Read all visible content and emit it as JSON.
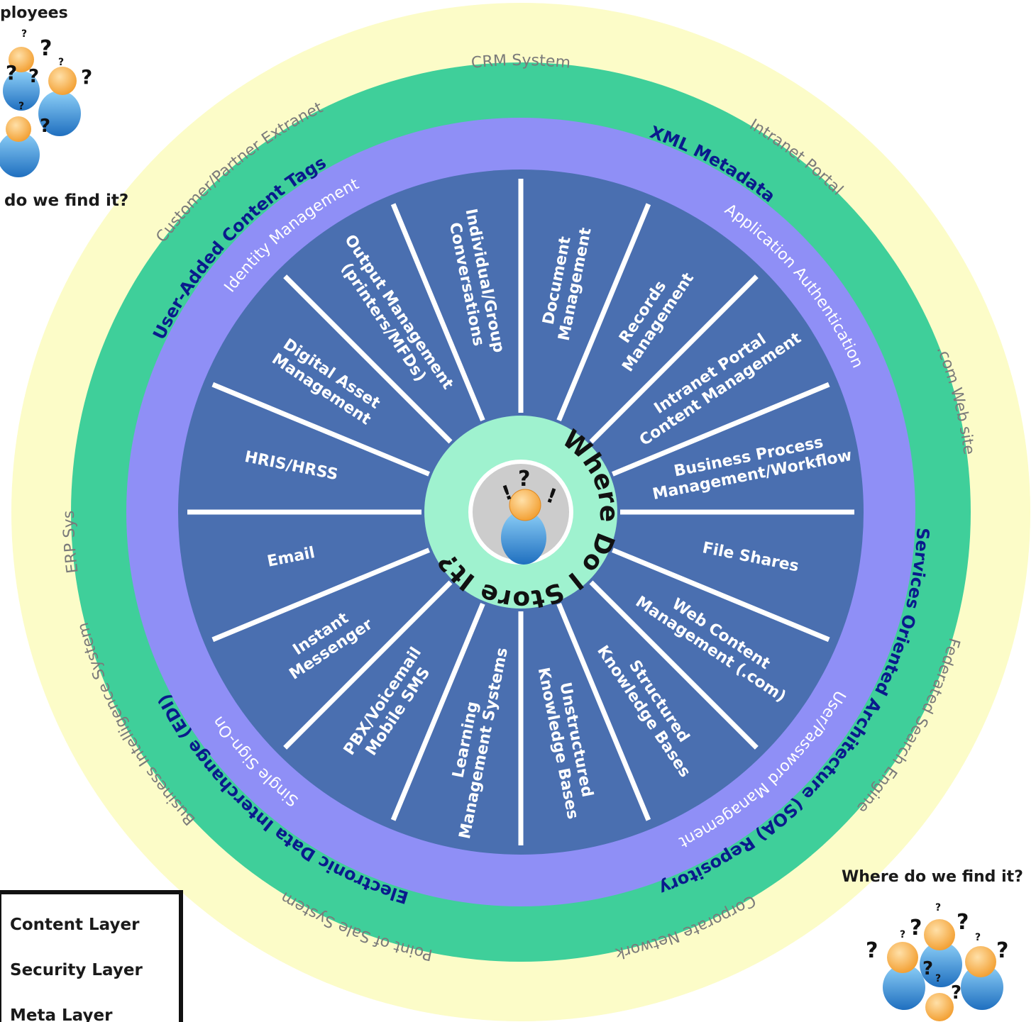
{
  "center": {
    "title": "Where Do I Store It?",
    "marks": [
      "!",
      "?",
      "!"
    ]
  },
  "outer_ring": {
    "color": "#fcfcc8",
    "text_color": "#7a7a7a",
    "labels": [
      "CRM System",
      "Intranet Portal",
      ".com Web site",
      "Federated Search Engine",
      "Corporate Network",
      "Point of Sale System",
      "Business Intelligence System",
      "ERP System",
      "Customer/Partner Extranet"
    ]
  },
  "meta_ring": {
    "color": "#3fcf9a",
    "text_color": "#0a1a8c",
    "labels": [
      "XML Metadata",
      "Services Oriented Architecture (SOA) Repository",
      "Electronic Data Interchange (EDI)",
      "User-Added Content Tags"
    ]
  },
  "security_ring": {
    "color": "#8f8ff6",
    "text_color": "#ffffff",
    "labels": [
      "Application Authentication",
      "User/Password Management",
      "Single Sign-On",
      "Identity Management"
    ]
  },
  "content_ring": {
    "color": "#4a6fb0",
    "sectors": [
      "Document Management",
      "Records Management",
      "Intranet Portal Content Management",
      "Business Process Management/Workflow",
      "File Shares",
      "Web Content Management (.com)",
      "Structured Knowledge Bases",
      "Unstructured Knowledge Bases",
      "Learning Management Systems",
      "PBX/Voicemail Mobile SMS",
      "Instant Messenger",
      "Email",
      "HRIS/HRSS",
      "Digital Asset Management",
      "Output Management (printers/MFDs)",
      "Individual/Group Conversations"
    ]
  },
  "legend": {
    "items": [
      "Content Layer",
      "Security Layer",
      "Meta Layer"
    ]
  },
  "corners": {
    "top_left_title": "ployees",
    "top_left_caption": "do we find it?",
    "bottom_right_caption": "Where do we find it?"
  },
  "icon_colors": {
    "head": "#f7b24a",
    "body": "#3a8fd6",
    "hub_disk": "#cccccc",
    "hub_ring": "#9ff2cf"
  }
}
